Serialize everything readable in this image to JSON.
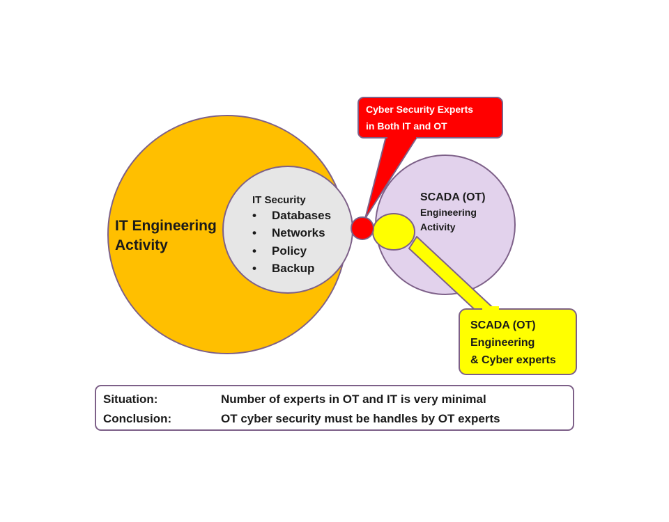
{
  "it_engineering": {
    "line1": "IT Engineering",
    "line2": "Activity",
    "color": "#FFBF00"
  },
  "it_security": {
    "title": "IT Security",
    "items": [
      "Databases",
      "Networks",
      "Policy",
      "Backup"
    ],
    "color": "#E6E6E6"
  },
  "scada": {
    "line1": "SCADA (OT)",
    "line2": "Engineering",
    "line3": "Activity",
    "color": "#E2D2EC"
  },
  "callout_both": {
    "line1": "Cyber Security Experts",
    "line2": "in Both IT and OT",
    "color": "#FF0000"
  },
  "callout_scada": {
    "line1": "SCADA (OT)",
    "line2": "Engineering",
    "line3": "& Cyber experts",
    "color": "#FFFF00"
  },
  "summary": {
    "situation_label": "Situation:",
    "situation_text": "Number of experts in OT and IT is very minimal",
    "conclusion_label": "Conclusion:",
    "conclusion_text": "OT cyber security must be handles by OT experts"
  },
  "colors": {
    "outline": "#7D6088"
  }
}
